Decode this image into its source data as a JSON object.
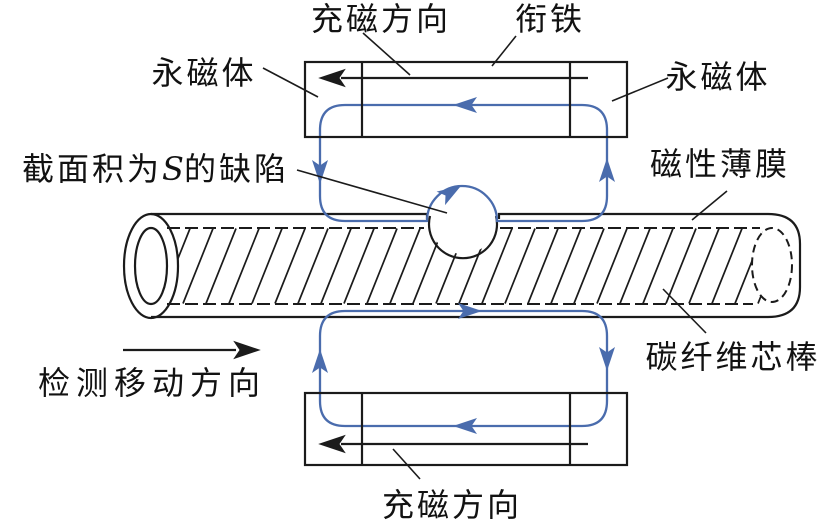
{
  "figure": {
    "background": "#ffffff",
    "colors": {
      "flux_blue": "#4a6cad",
      "line_black": "#1b1b1b",
      "text": "#121212"
    },
    "labels": {
      "mag_dir_top": "充磁方向",
      "armature": "衔铁",
      "pm_left": "永磁体",
      "pm_right": "永磁体",
      "defect_prefix": "截面积为",
      "defect_var": "S",
      "defect_suffix": "的缺陷",
      "film": "磁性薄膜",
      "rod": "碳纤维芯棒",
      "move_dir": "检测移动方向",
      "mag_dir_bottom": "充磁方向"
    }
  }
}
